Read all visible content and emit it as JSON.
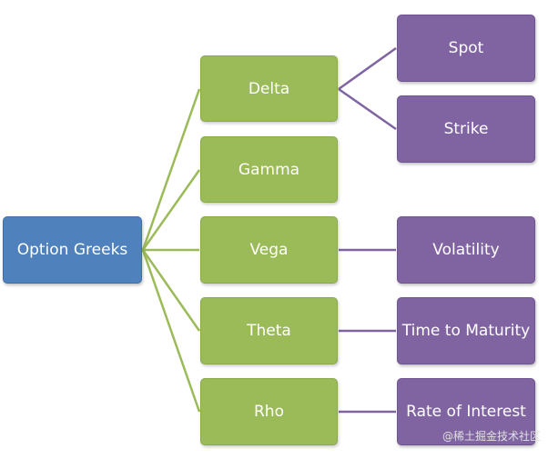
{
  "root": {
    "label": "Option Greeks"
  },
  "greeks": [
    {
      "label": "Delta"
    },
    {
      "label": "Gamma"
    },
    {
      "label": "Vega"
    },
    {
      "label": "Theta"
    },
    {
      "label": "Rho"
    }
  ],
  "parameters": [
    {
      "label": "Spot"
    },
    {
      "label": "Strike"
    },
    {
      "label": "Volatility"
    },
    {
      "label": "Time to Maturity"
    },
    {
      "label": "Rate of Interest"
    }
  ],
  "watermark": "@稀土掘金技术社区",
  "colors": {
    "root": "#4f81bd",
    "greek": "#9bbb59",
    "parameter": "#8064a2",
    "greek_connector": "#9bbb59",
    "parameter_connector": "#8064a2"
  }
}
